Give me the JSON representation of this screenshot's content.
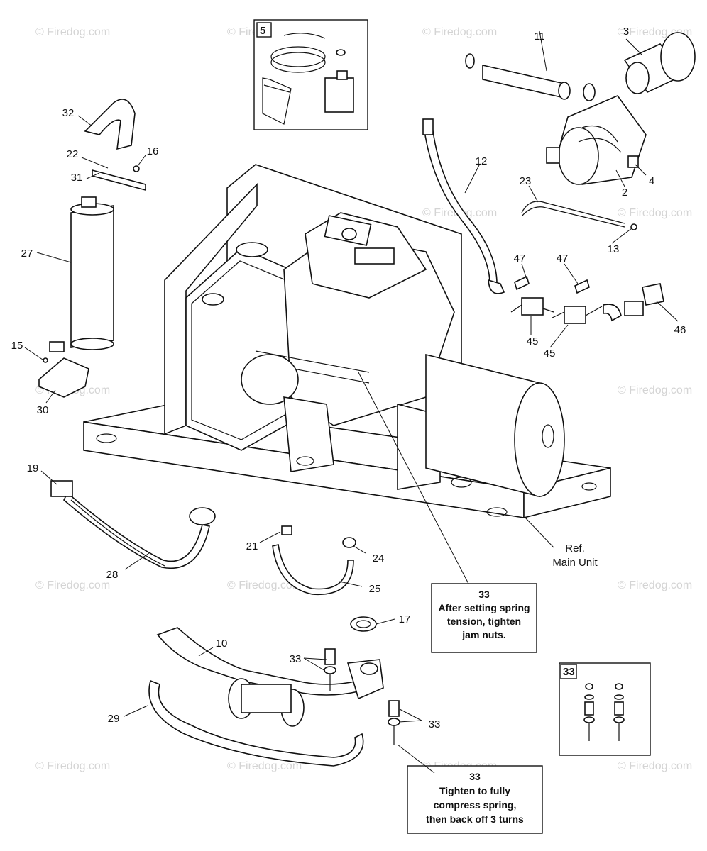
{
  "watermark": "© Firedog.com",
  "callouts": {
    "c2": "2",
    "c3": "3",
    "c4": "4",
    "c5": "5",
    "c10": "10",
    "c11": "11",
    "c12": "12",
    "c13": "13",
    "c15": "15",
    "c16": "16",
    "c17": "17",
    "c19": "19",
    "c21": "21",
    "c22": "22",
    "c23": "23",
    "c24": "24",
    "c25": "25",
    "c27": "27",
    "c28": "28",
    "c29": "29",
    "c30": "30",
    "c31": "31",
    "c32": "32",
    "c33a": "33",
    "c33b": "33",
    "c33c": "33",
    "c45a": "45",
    "c45b": "45",
    "c46": "46",
    "c47a": "47",
    "c47b": "47"
  },
  "ref_label": {
    "line1": "Ref.",
    "line2": "Main Unit"
  },
  "notes": {
    "top": {
      "num": "33",
      "line1": "After setting spring",
      "line2": "tension, tighten",
      "line3": "jam nuts."
    },
    "bottom": {
      "num": "33",
      "line1": "Tighten to fully",
      "line2": "compress spring,",
      "line3": "then back off 3 turns"
    }
  }
}
